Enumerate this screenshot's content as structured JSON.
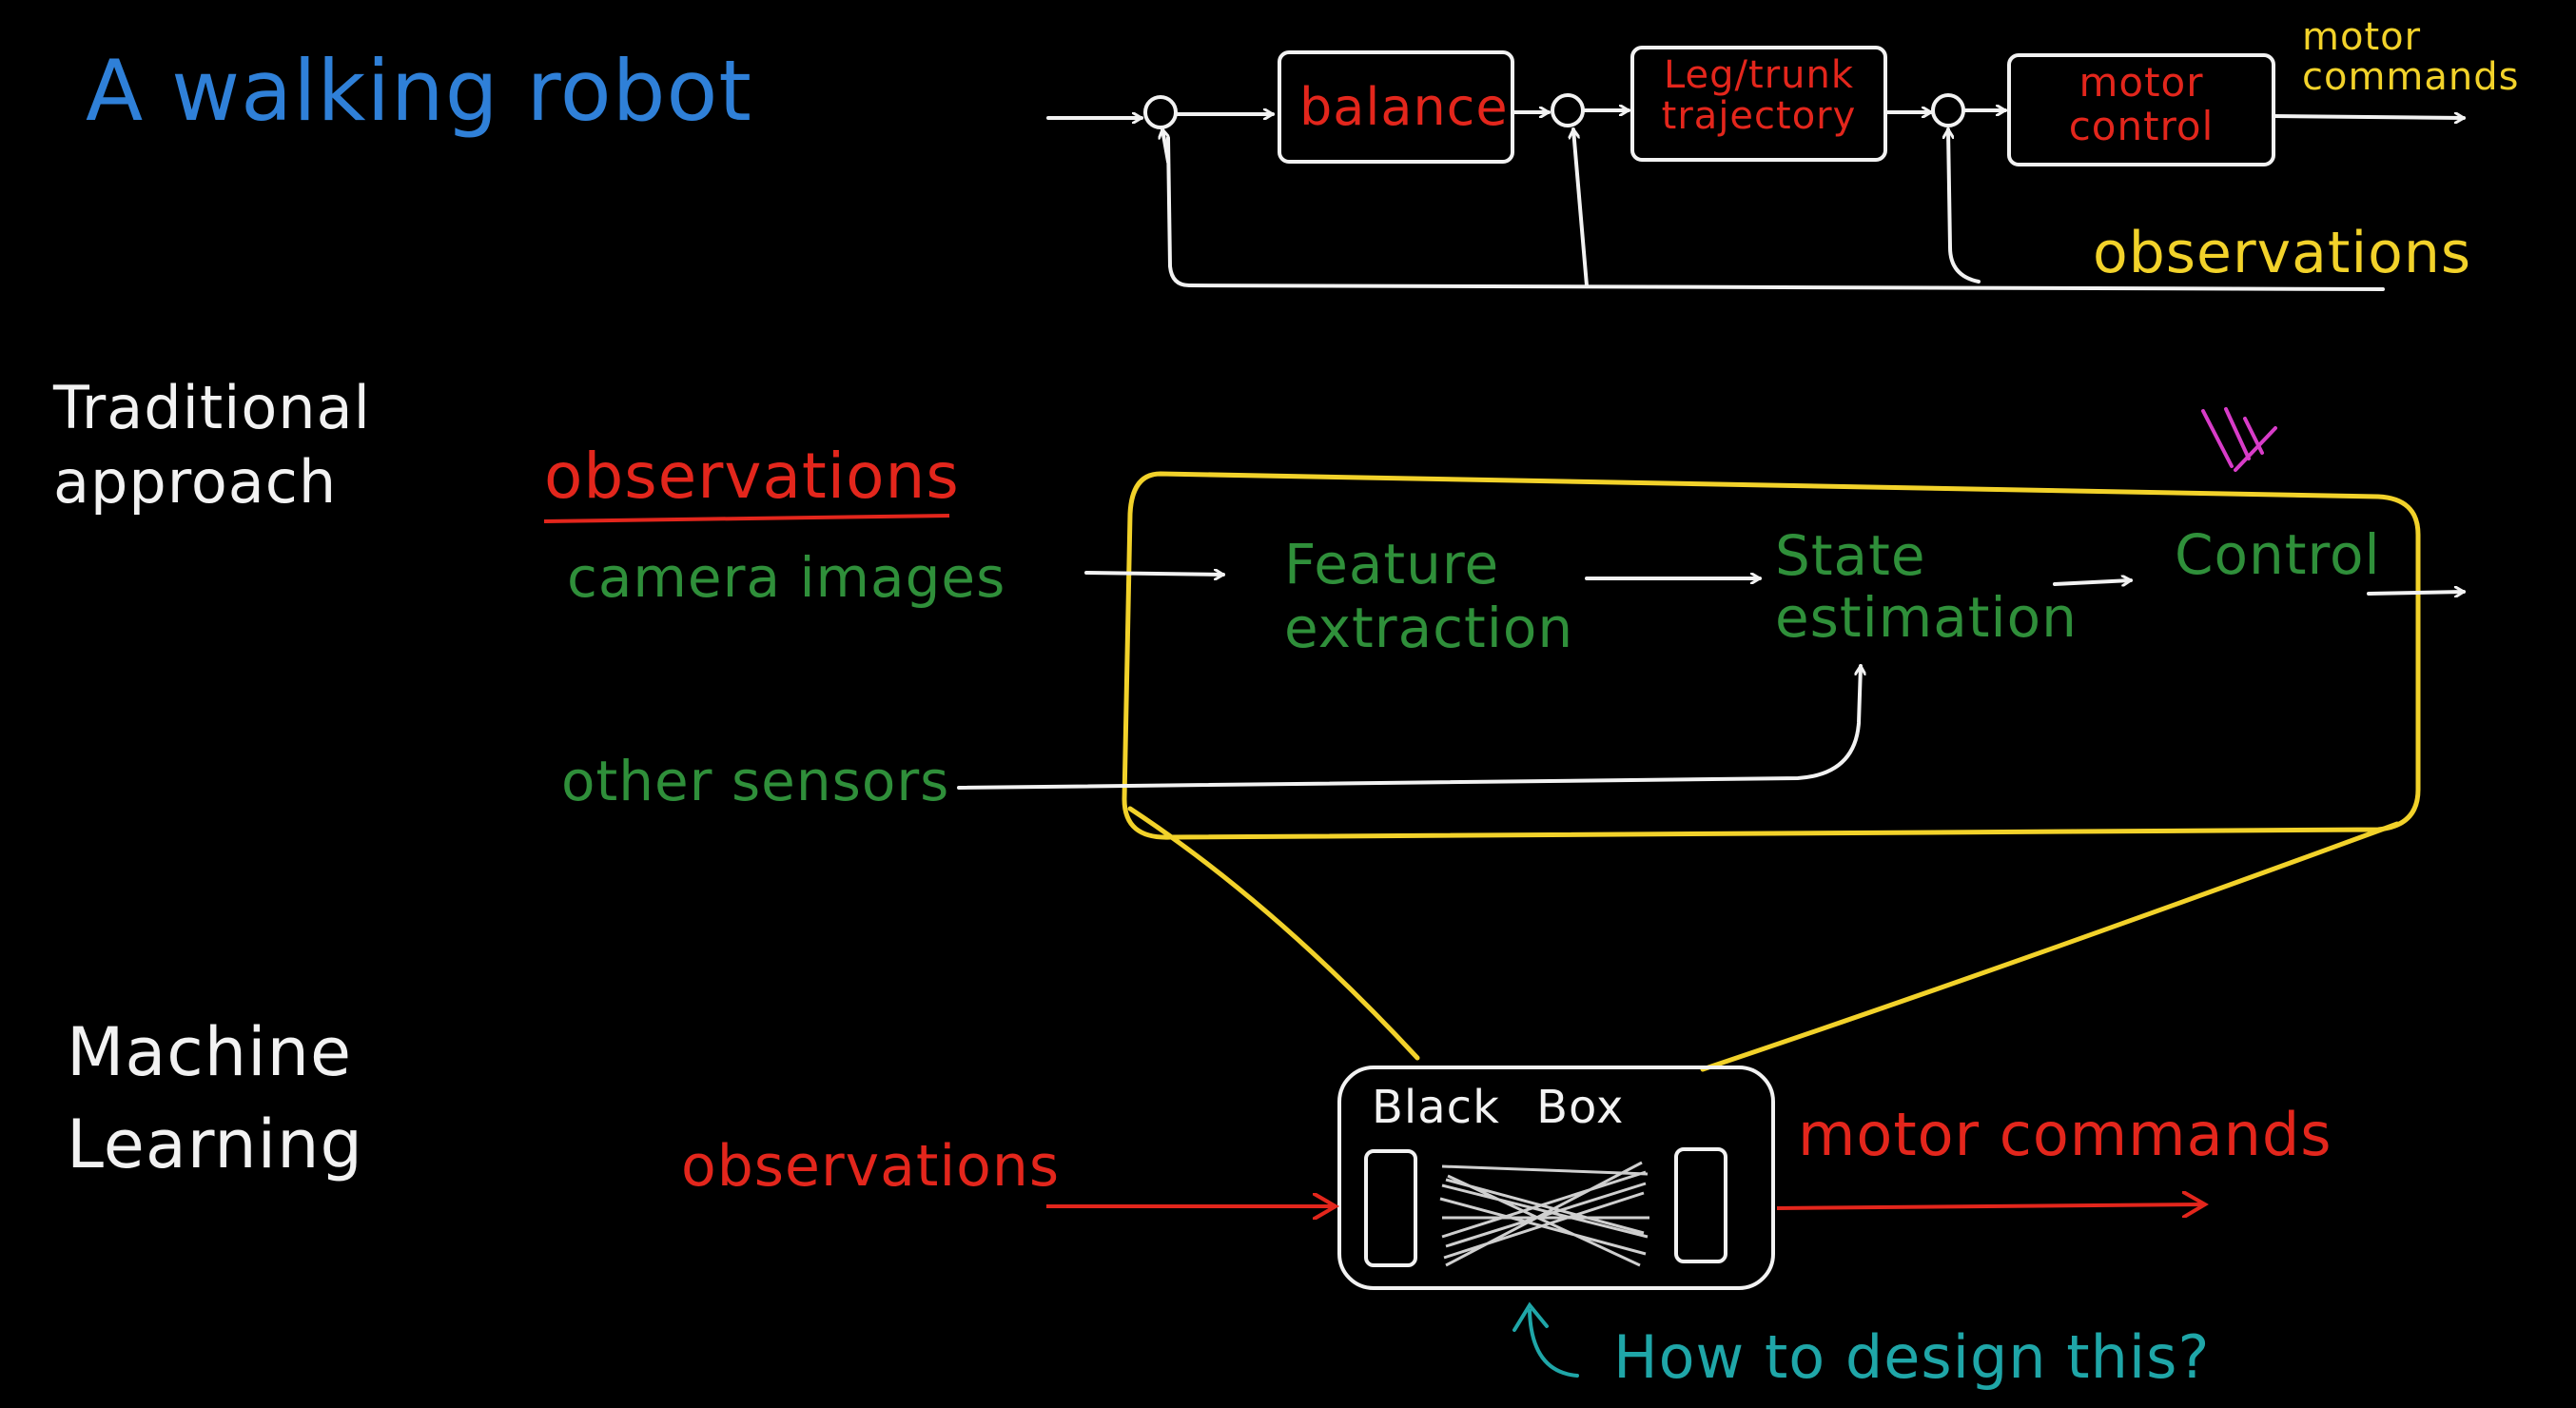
{
  "title": "A walking robot",
  "top_diagram": {
    "blocks": [
      "balance",
      "Leg/trunk trajectory",
      "motor control"
    ],
    "output_label": "motor commands",
    "feedback_label": "observations"
  },
  "traditional": {
    "section_label": "Traditional approach",
    "observations_heading": "observations",
    "inputs": [
      "camera images",
      "other sensors"
    ],
    "stages": [
      "Feature extraction",
      "State estimation",
      "Control"
    ]
  },
  "machine_learning": {
    "section_label": "Machine Learning",
    "box_title": "Black Box",
    "input_label": "observations",
    "output_label": "motor commands",
    "question": "How to design this?"
  },
  "colors": {
    "background": "#000000",
    "title": "#2f80d8",
    "chalk_white": "#f2f2f2",
    "red": "#e3261c",
    "green": "#2f8f3a",
    "yellow": "#f2d22a",
    "magenta": "#d83cc8",
    "cyan": "#1fa6a8"
  }
}
